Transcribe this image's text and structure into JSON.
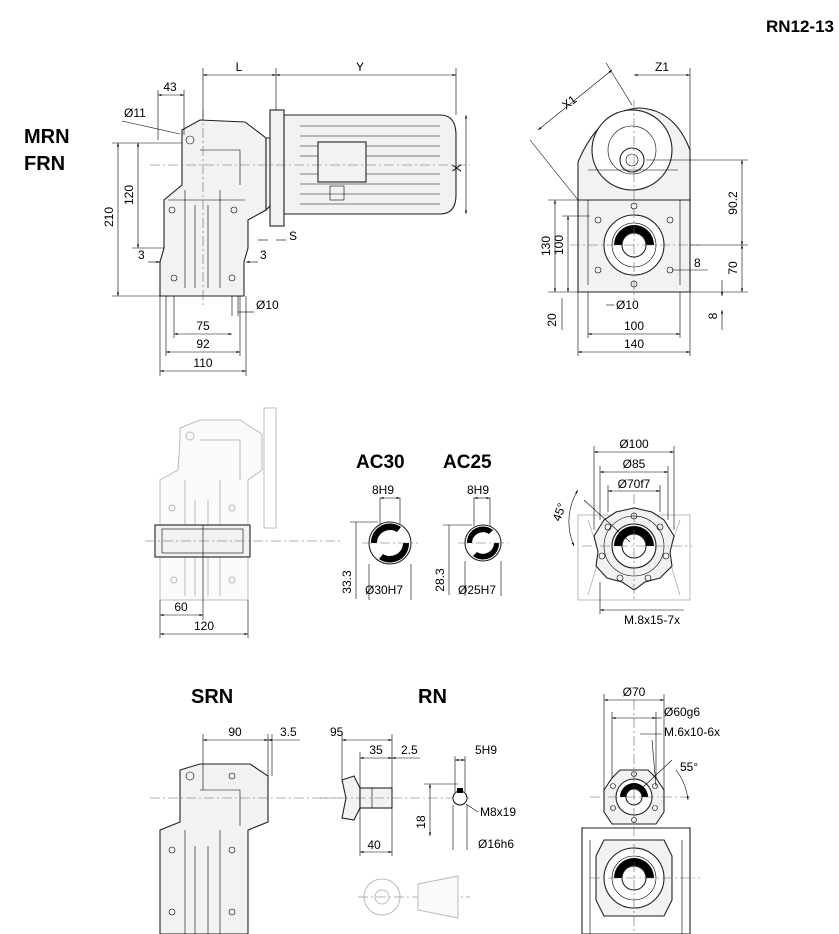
{
  "page_code": "RN12-13",
  "series_labels": {
    "mrn": "MRN",
    "frn": "FRN",
    "srn": "SRN",
    "rn": "RN"
  },
  "shaft_labels": {
    "ac30": "AC30",
    "ac25": "AC25"
  },
  "view1": {
    "d43": "43",
    "L": "L",
    "Y": "Y",
    "d11": "Ø11",
    "X": "X",
    "d120": "120",
    "d210": "210",
    "S": "S",
    "d3a": "3",
    "d3b": "3",
    "d10": "Ø10",
    "d75": "75",
    "d92": "92",
    "d110": "110"
  },
  "view2": {
    "X1": "X1",
    "Z1": "Z1",
    "d90_2": "90.2",
    "d130": "130",
    "d100v": "100",
    "d8a": "8",
    "d70": "70",
    "d20": "20",
    "d10": "Ø10",
    "d8b": "8",
    "d100h": "100",
    "d140": "140"
  },
  "view3": {
    "d60": "60",
    "d120": "120"
  },
  "ac30": {
    "key": "8H9",
    "height": "33.3",
    "bore": "Ø30H7"
  },
  "ac25": {
    "key": "8H9",
    "height": "28.3",
    "bore": "Ø25H7"
  },
  "flange": {
    "d100": "Ø100",
    "d85": "Ø85",
    "d70f7": "Ø70f7",
    "angle": "45°",
    "holes": "M.8x15-7x"
  },
  "srn": {
    "d90": "90",
    "d3_5": "3.5"
  },
  "rn": {
    "d95": "95",
    "d35": "35",
    "d2_5": "2.5",
    "key": "5H9",
    "thread": "M8x19",
    "d18": "18",
    "d40": "40",
    "shaft": "Ø16h6"
  },
  "flange2": {
    "d70": "Ø70",
    "d60g6": "Ø60g6",
    "holes": "M.6x10-6x",
    "angle": "55°"
  }
}
